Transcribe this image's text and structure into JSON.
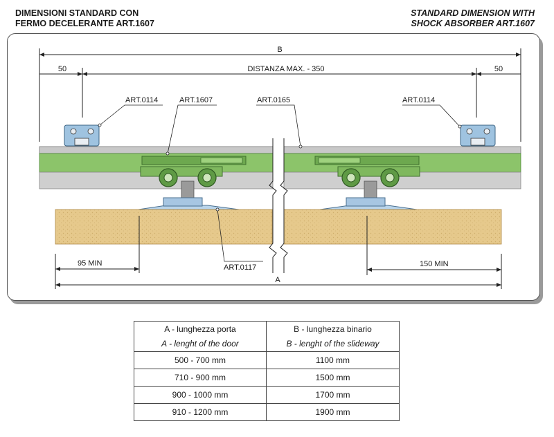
{
  "header": {
    "left_line1": "DIMENSIONI STANDARD CON",
    "left_line2": "FERMO DECELERANTE ART.1607",
    "right_line1": "STANDARD DIMENSION WITH",
    "right_line2": "SHOCK ABSORBER ART.1607"
  },
  "diagram": {
    "dim_b": "B",
    "dim_a": "A",
    "left_offset": "50",
    "right_offset": "50",
    "max_distance": "DISTANZA MAX. - 350",
    "left_min": "95 MIN",
    "right_min": "150 MIN",
    "labels": {
      "art0114_left": "ART.0114",
      "art1607": "ART.1607",
      "art0165": "ART.0165",
      "art0114_right": "ART.0114",
      "art0117": "ART.0117"
    },
    "colors": {
      "rail_green": "#8cc46a",
      "rail_dark": "#4f8a3a",
      "wood": "#e6c98c",
      "bracket_blue": "#9fc3e0"
    }
  },
  "table": {
    "col1_head": "A - lunghezza porta",
    "col1_sub": "A - lenght of the door",
    "col2_head": "B - lunghezza binario",
    "col2_sub": "B - lenght of the slideway",
    "rows": [
      {
        "door": "500 - 700 mm",
        "rail": "1100 mm"
      },
      {
        "door": "710 - 900 mm",
        "rail": "1500 mm"
      },
      {
        "door": "900 - 1000 mm",
        "rail": "1700 mm"
      },
      {
        "door": "910 - 1200 mm",
        "rail": "1900 mm"
      }
    ]
  }
}
